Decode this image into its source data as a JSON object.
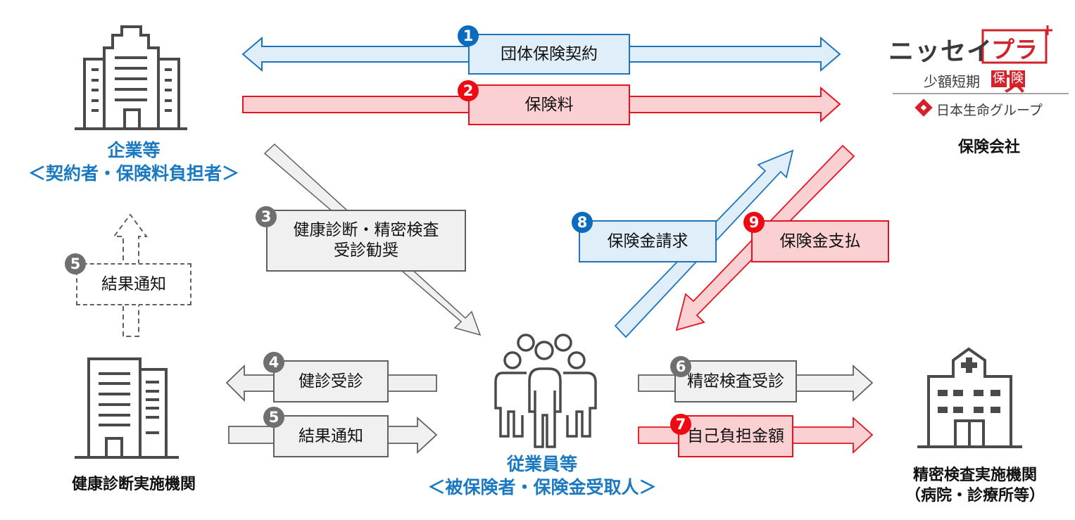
{
  "colors": {
    "blue": "#1f75bb",
    "blue_fill": "#dfeef9",
    "red": "#e5141f",
    "red_fill": "#fbd0d2",
    "gray": "#606060",
    "gray_fill": "#f0f0f0",
    "caption_blue": "#1a79c0"
  },
  "entities": {
    "company": {
      "icon": "office-building-icon",
      "title": "企業等",
      "role": "＜契約者・保険料負担者＞"
    },
    "insurer": {
      "icon": "nissay-plus-logo",
      "logo_main": "ニッセイ",
      "logo_plus": "プラス",
      "logo_sub": "少額短期",
      "logo_sub_tags": [
        "保",
        "険"
      ],
      "group": "日本生命グループ",
      "title": "保険会社"
    },
    "checkup_org": {
      "icon": "office-building-icon",
      "title": "健康診断実施機関"
    },
    "employees": {
      "icon": "people-group-icon",
      "title": "従業員等",
      "role": "＜被保険者・保険金受取人＞"
    },
    "hospital": {
      "icon": "hospital-icon",
      "title": "精密検査実施機関",
      "subtitle": "（病院・診療所等）"
    }
  },
  "flows": [
    {
      "num": "1",
      "label": "団体保険契約",
      "style": "blue"
    },
    {
      "num": "2",
      "label": "保険料",
      "style": "red"
    },
    {
      "num": "3",
      "label": "健康診断・精密検査",
      "label2": "受診勧奨",
      "style": "gray"
    },
    {
      "num": "4",
      "label": "健診受診",
      "style": "gray"
    },
    {
      "num": "5",
      "label": "結果通知",
      "style": "gray"
    },
    {
      "num": "5",
      "label": "結果通知",
      "style": "dashed"
    },
    {
      "num": "6",
      "label": "精密検査受診",
      "style": "gray"
    },
    {
      "num": "7",
      "label": "自己負担金額",
      "style": "red"
    },
    {
      "num": "8",
      "label": "保険金請求",
      "style": "blue"
    },
    {
      "num": "9",
      "label": "保険金支払",
      "style": "red"
    }
  ]
}
